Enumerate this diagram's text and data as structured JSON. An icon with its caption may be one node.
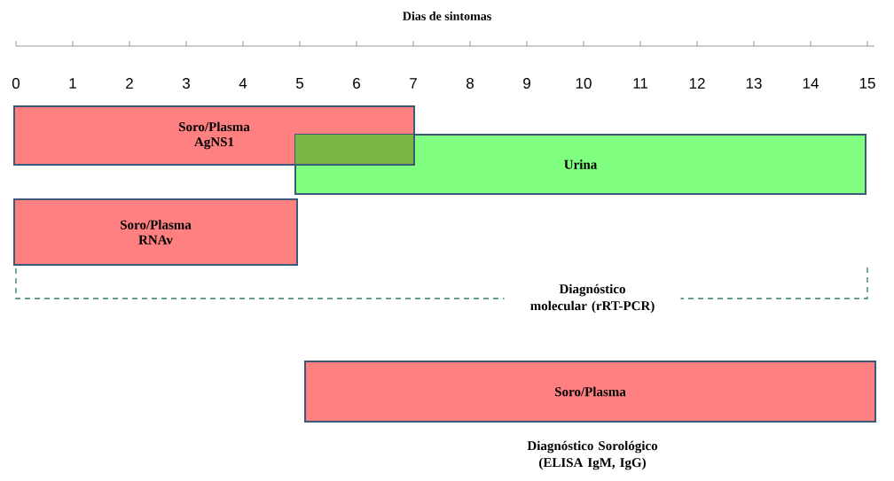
{
  "diagram": {
    "title": "Dias de sintomas",
    "nodes": [
      {
        "text": [
          "Soro/Plasma AgNS1"
        ]
      },
      {
        "text": [
          "Urina"
        ]
      },
      {
        "text": [
          "Soro/Plasma RNAv"
        ]
      },
      {
        "text": [
          "Soro/Plasma"
        ]
      }
    ],
    "labels": [
      "0",
      "1",
      "2",
      "3",
      "4",
      "5",
      "6",
      "7",
      "8",
      "9",
      "10",
      "11",
      "12",
      "13",
      "14",
      "15",
      "Diagnóstico molecular (rRT-PCR)",
      "Diagnóstico Sorológico (ELISA IgM, IgG)"
    ]
  }
}
